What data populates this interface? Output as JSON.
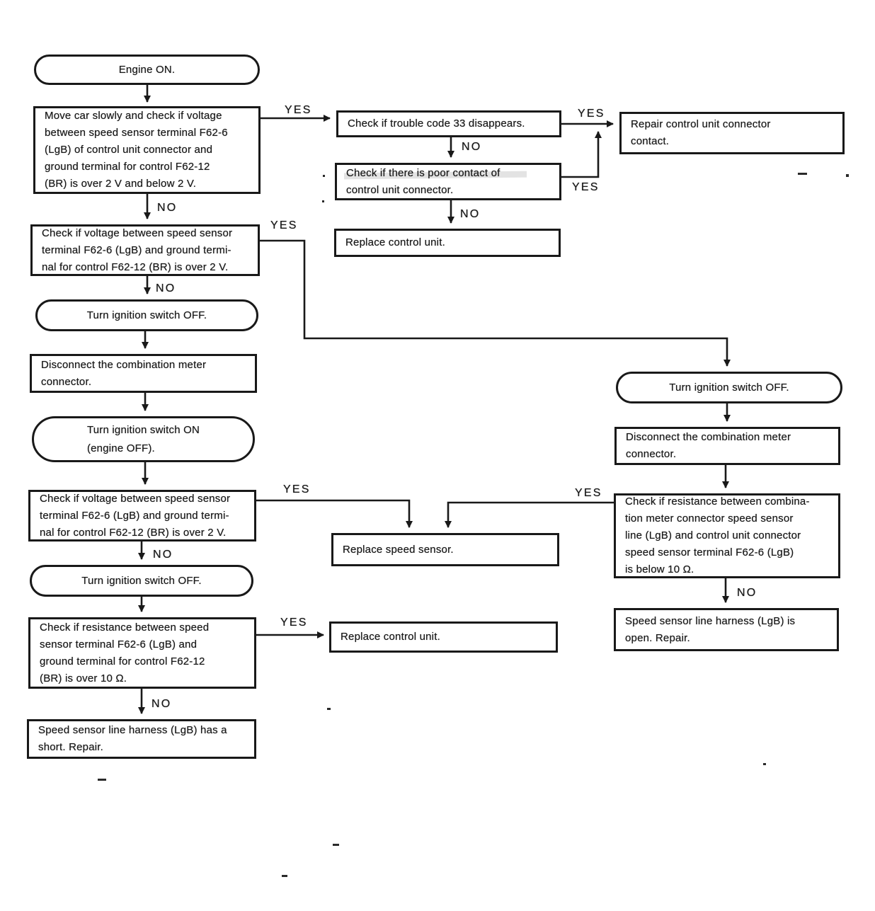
{
  "colors": {
    "ink": "#191919",
    "paper": "#ffffff"
  },
  "edge_labels": {
    "yes": "YES",
    "no": "NO"
  },
  "nodes": {
    "engine_on": "Engine ON.",
    "move_car_check": "Move car slowly and check if voltage\nbetween speed sensor terminal F62-6\n(LgB) of control unit connector and\nground terminal for control F62-12\n(BR) is over 2 V and below 2 V.",
    "check_code_33": "Check if trouble code 33 disappears.",
    "repair_connector_contact": "Repair control unit connector\ncontact.",
    "check_poor_contact": "Check if there is poor contact of\ncontrol unit connector.",
    "replace_control_unit": "Replace control unit.",
    "check_voltage_2v": "Check if voltage between speed sensor\nterminal F62-6 (LgB) and ground termi-\nnal for control F62-12 (BR) is over 2 V.",
    "turn_ignition_off": "Turn ignition switch OFF.",
    "disconnect_meter": "Disconnect the combination meter\nconnector.",
    "turn_ignition_on": "Turn ignition switch ON\n(engine OFF).",
    "replace_speed_sensor": "Replace speed sensor.",
    "check_resistance_speed_sensor": "Check if resistance between speed\nsensor terminal F62-6 (LgB) and\nground terminal for control F62-12\n(BR) is over 10 Ω.",
    "harness_short": "Speed sensor line harness (LgB) has a\nshort.  Repair.",
    "check_resistance_meter_line": "Check if resistance between combina-\ntion meter connector speed sensor\nline (LgB) and control unit connector\nspeed sensor terminal F62-6 (LgB)\nis below 10 Ω.",
    "harness_open": "Speed sensor line harness (LgB) is\nopen.  Repair."
  }
}
